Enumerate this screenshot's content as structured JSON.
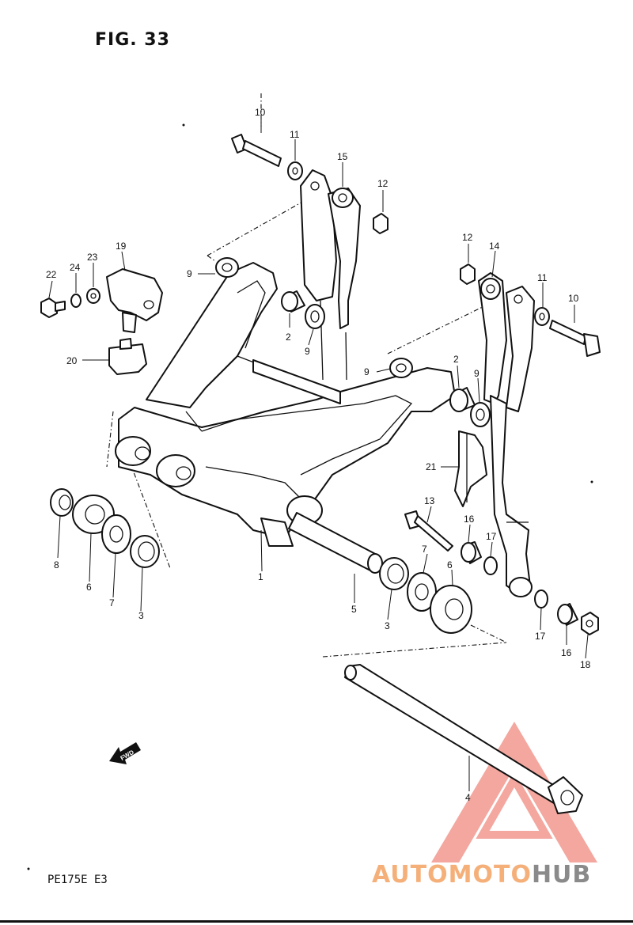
{
  "figure": {
    "title": "FIG. 33",
    "model_code": "PE175E  E3",
    "fwd_label": "FWD"
  },
  "watermark": {
    "part1": "AUTOMOTO",
    "part2": "HUB",
    "color_primary": "#f08a80",
    "color_secondary": "#8a8a8a"
  },
  "labels": {
    "l1": "1",
    "l2a": "2",
    "l2b": "2",
    "l3a": "3",
    "l3b": "3",
    "l4": "4",
    "l5": "5",
    "l6a": "6",
    "l6b": "6",
    "l7a": "7",
    "l7b": "7",
    "l8": "8",
    "l9a": "9",
    "l9b": "9",
    "l9c": "9",
    "l9d": "9",
    "l10a": "10",
    "l10b": "10",
    "l11a": "11",
    "l11b": "11",
    "l12a": "12",
    "l12b": "12",
    "l13": "13",
    "l14": "14",
    "l15": "15",
    "l16a": "16",
    "l16b": "16",
    "l17a": "17",
    "l17b": "17",
    "l18": "18",
    "l19": "19",
    "l20": "20",
    "l21": "21",
    "l22": "22",
    "l23": "23",
    "l24": "24"
  }
}
